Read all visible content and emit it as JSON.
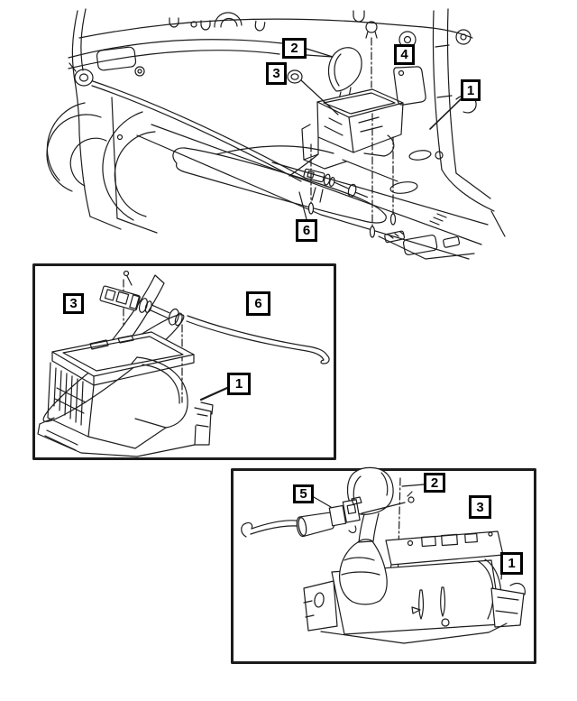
{
  "colors": {
    "background": "#ffffff",
    "line": "#1c1c1c",
    "callout_border": "#000000",
    "callout_fill": "#ffffff",
    "callout_text": "#000000"
  },
  "views": {
    "top": {
      "callouts": [
        {
          "label": "2"
        },
        {
          "label": "3"
        },
        {
          "label": "4"
        },
        {
          "label": "1"
        },
        {
          "label": "6"
        }
      ]
    },
    "middle": {
      "callouts": [
        {
          "label": "3"
        },
        {
          "label": "6"
        },
        {
          "label": "1"
        }
      ]
    },
    "bottom": {
      "callouts": [
        {
          "label": "5"
        },
        {
          "label": "2"
        },
        {
          "label": "3"
        },
        {
          "label": "1"
        }
      ]
    }
  }
}
